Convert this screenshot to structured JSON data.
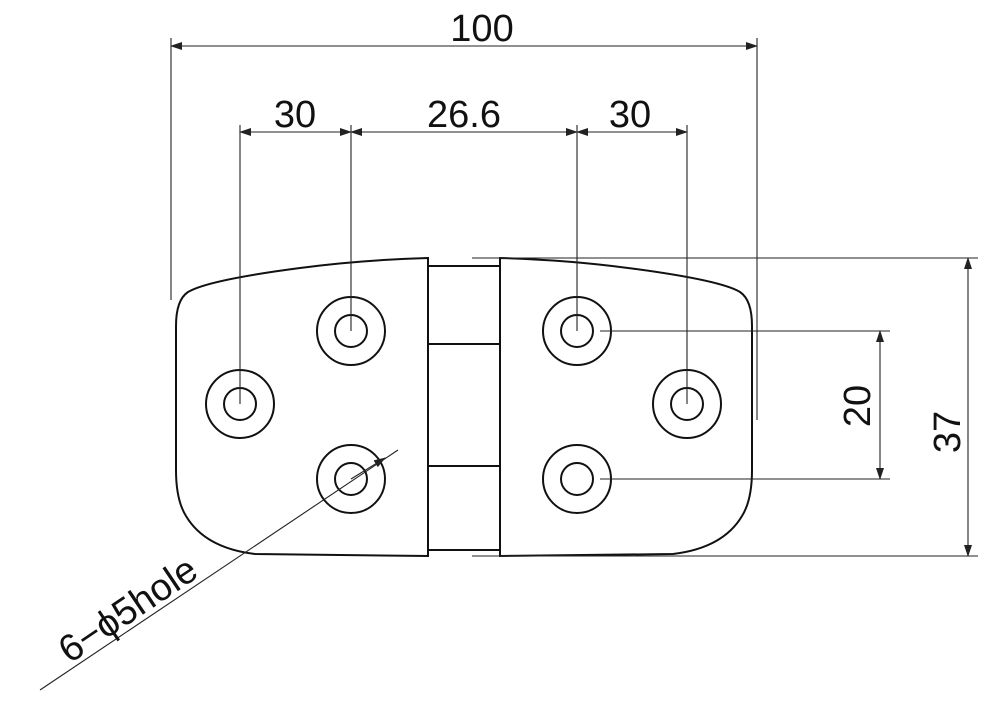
{
  "dimensions": {
    "overall_width": "100",
    "left_hole_spacing": "30",
    "center_spacing": "26.6",
    "right_hole_spacing": "30",
    "hole_vertical_spacing": "20",
    "overall_height": "37"
  },
  "callout": {
    "hole_spec": "6−ϕ5hole"
  },
  "colors": {
    "line": "#111111",
    "background": "#ffffff"
  }
}
